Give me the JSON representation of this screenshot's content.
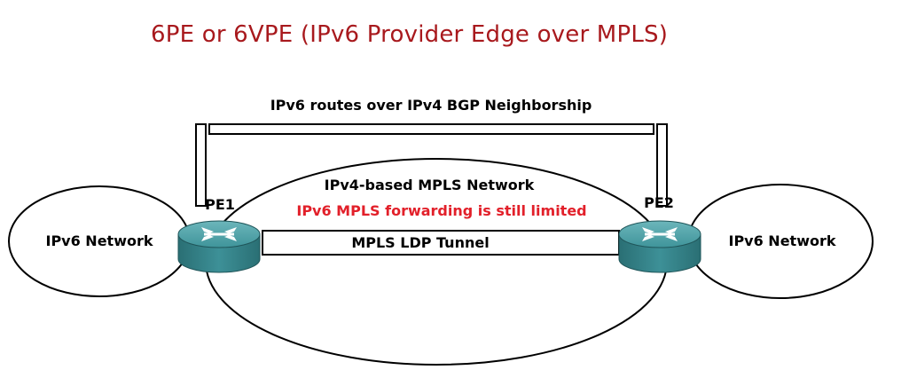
{
  "title": "6PE or 6VPE (IPv6 Provider Edge over MPLS)",
  "bgp_label": "IPv6 routes over IPv4 BGP Neighborship",
  "core_network": {
    "label": "IPv4-based MPLS Network",
    "note": "IPv6 MPLS forwarding is still limited"
  },
  "tunnel_label": "MPLS LDP Tunnel",
  "left_network_label": "IPv6 Network",
  "right_network_label": "IPv6 Network",
  "routers": {
    "pe1": "PE1",
    "pe2": "PE2"
  },
  "colors": {
    "title": "#a8191d",
    "note": "#e2202a",
    "router": "#3b8d93",
    "text": "#000000"
  }
}
